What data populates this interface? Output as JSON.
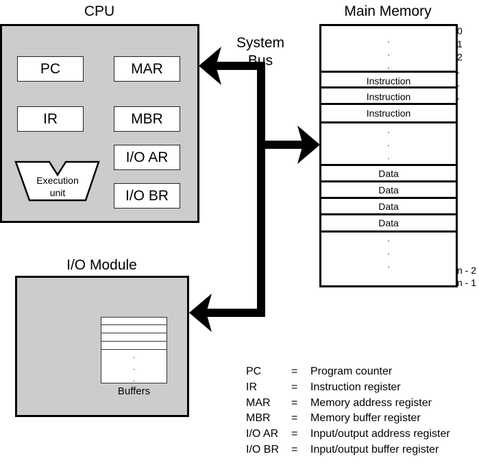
{
  "cpu": {
    "title": "CPU",
    "registers": {
      "pc": "PC",
      "mar": "MAR",
      "ir": "IR",
      "mbr": "MBR",
      "ioar": "I/O AR",
      "iobr": "I/O BR"
    },
    "execution_unit": {
      "line1": "Execution",
      "line2": "unit"
    }
  },
  "bus": {
    "line1": "System",
    "line2": "Bus"
  },
  "memory": {
    "title": "Main Memory",
    "dot": ".",
    "cells": {
      "instructions": [
        "Instruction",
        "Instruction",
        "Instruction"
      ],
      "data": [
        "Data",
        "Data",
        "Data",
        "Data"
      ]
    },
    "addresses": {
      "a0": "0",
      "a1": "1",
      "a2": "2",
      "dot": ".",
      "n2": "n - 2",
      "n1": "n - 1"
    }
  },
  "io": {
    "title": "I/O Module",
    "buffers_label": "Buffers",
    "dot": "."
  },
  "legend": [
    {
      "abbr": "PC",
      "eq": "=",
      "desc": "Program counter"
    },
    {
      "abbr": "IR",
      "eq": "=",
      "desc": "Instruction register"
    },
    {
      "abbr": "MAR",
      "eq": "=",
      "desc": "Memory address register"
    },
    {
      "abbr": "MBR",
      "eq": "=",
      "desc": "Memory buffer register"
    },
    {
      "abbr": "I/O AR",
      "eq": "=",
      "desc": "Input/output address register"
    },
    {
      "abbr": "I/O BR",
      "eq": "=",
      "desc": "Input/output buffer register"
    }
  ]
}
